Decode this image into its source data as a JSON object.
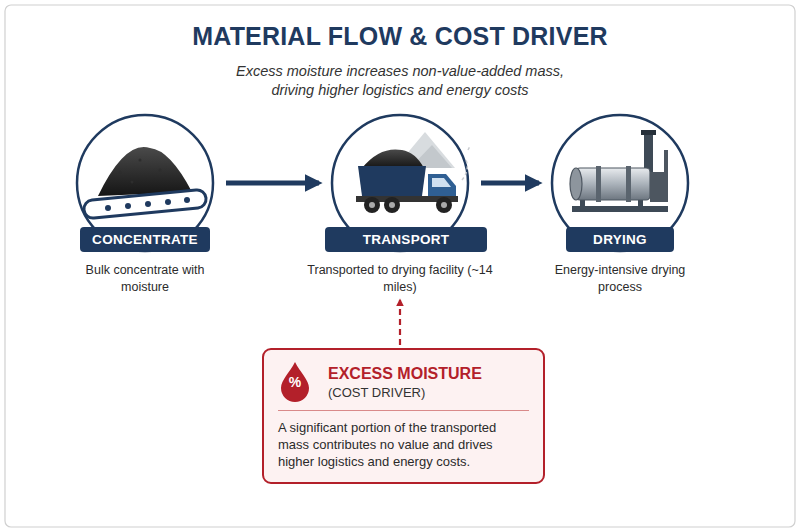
{
  "diagram": {
    "title": "MATERIAL FLOW & COST DRIVER",
    "nodes": [
      {
        "text": [
          "CONCENTRATE",
          "Bulk concentrate with moisture"
        ]
      },
      {
        "text": [
          "TRANSPORT",
          "Transported to drying facility (~14 miles)"
        ]
      },
      {
        "text": [
          "DRYING",
          "Energy-intensive drying process"
        ]
      },
      {
        "text": [
          "EXCESS MOISTURE",
          "(COST DRIVER)",
          "A significant portion of the transported mass contributes no value and drives higher logistics and energy costs."
        ]
      }
    ],
    "edges": [
      {
        "from": 0,
        "to": 1,
        "arrow": "to"
      },
      {
        "from": 1,
        "to": 2,
        "arrow": "to"
      },
      {
        "from": 3,
        "to": 1,
        "arrow": "to"
      }
    ],
    "labels": [
      "Excess moisture increases non-value-added mass, driving higher logistics and energy costs",
      "%"
    ]
  }
}
